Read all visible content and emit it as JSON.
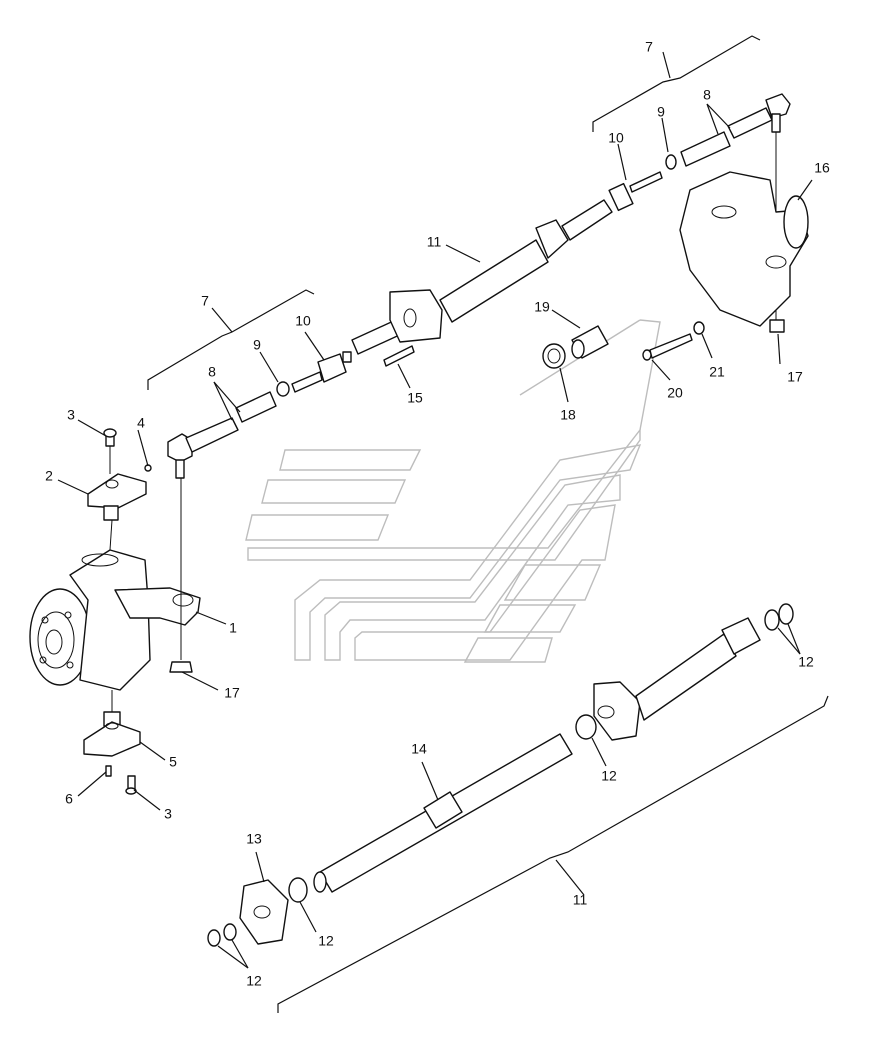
{
  "callouts": [
    {
      "id": "c1",
      "text": "1"
    },
    {
      "id": "c2",
      "text": "2"
    },
    {
      "id": "c3a",
      "text": "3"
    },
    {
      "id": "c3b",
      "text": "3"
    },
    {
      "id": "c4",
      "text": "4"
    },
    {
      "id": "c5",
      "text": "5"
    },
    {
      "id": "c6",
      "text": "6"
    },
    {
      "id": "c7a",
      "text": "7"
    },
    {
      "id": "c7b",
      "text": "7"
    },
    {
      "id": "c8a",
      "text": "8"
    },
    {
      "id": "c8b",
      "text": "8"
    },
    {
      "id": "c9a",
      "text": "9"
    },
    {
      "id": "c9b",
      "text": "9"
    },
    {
      "id": "c10a",
      "text": "10"
    },
    {
      "id": "c10b",
      "text": "10"
    },
    {
      "id": "c11a",
      "text": "11"
    },
    {
      "id": "c11b",
      "text": "11"
    },
    {
      "id": "c12a",
      "text": "12"
    },
    {
      "id": "c12b",
      "text": "12"
    },
    {
      "id": "c12c",
      "text": "12"
    },
    {
      "id": "c12d",
      "text": "12"
    },
    {
      "id": "c13",
      "text": "13"
    },
    {
      "id": "c14",
      "text": "14"
    },
    {
      "id": "c15",
      "text": "15"
    },
    {
      "id": "c16",
      "text": "16"
    },
    {
      "id": "c17a",
      "text": "17"
    },
    {
      "id": "c17b",
      "text": "17"
    },
    {
      "id": "c18",
      "text": "18"
    },
    {
      "id": "c19",
      "text": "19"
    },
    {
      "id": "c20",
      "text": "20"
    },
    {
      "id": "c21",
      "text": "21"
    }
  ]
}
